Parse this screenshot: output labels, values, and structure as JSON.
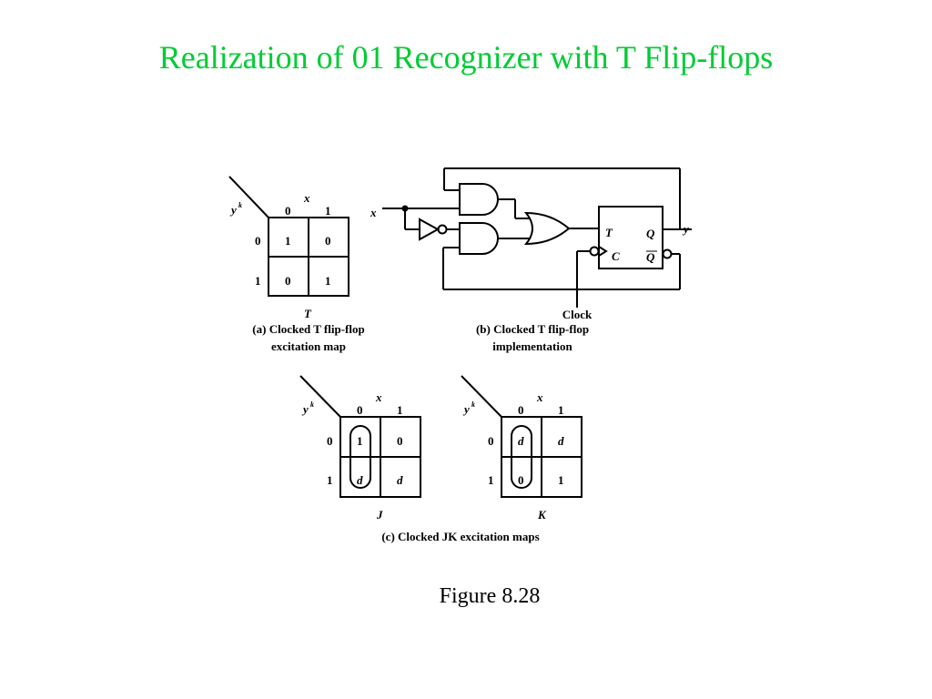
{
  "title": "Realization of 01 Recognizer with T Flip-flops",
  "figure_label": "Figure 8.28",
  "t_map": {
    "row_var": "y",
    "row_var_sup": "k",
    "col_var": "x",
    "col_headers": [
      "0",
      "1"
    ],
    "row_headers": [
      "0",
      "1"
    ],
    "cells": [
      [
        "1",
        "0"
      ],
      [
        "0",
        "1"
      ]
    ],
    "map_name": "T",
    "caption_line1": "(a) Clocked T flip-flop",
    "caption_line2": "excitation map"
  },
  "circuit": {
    "input_label": "x",
    "output_label": "y",
    "ff_t": "T",
    "ff_c": "C",
    "ff_q": "Q",
    "ff_qbar": "Q",
    "clock_label": "Clock",
    "caption_line1": "(b) Clocked T flip-flop",
    "caption_line2": "implementation"
  },
  "j_map": {
    "row_var": "y",
    "row_var_sup": "k",
    "col_var": "x",
    "col_headers": [
      "0",
      "1"
    ],
    "row_headers": [
      "0",
      "1"
    ],
    "cells": [
      [
        "1",
        "0"
      ],
      [
        "d",
        "d"
      ]
    ],
    "map_name": "J"
  },
  "k_map": {
    "row_var": "y",
    "row_var_sup": "k",
    "col_var": "x",
    "col_headers": [
      "0",
      "1"
    ],
    "row_headers": [
      "0",
      "1"
    ],
    "cells": [
      [
        "d",
        "d"
      ],
      [
        "0",
        "1"
      ]
    ],
    "map_name": "K"
  },
  "jk_caption": "(c) Clocked JK excitation maps"
}
